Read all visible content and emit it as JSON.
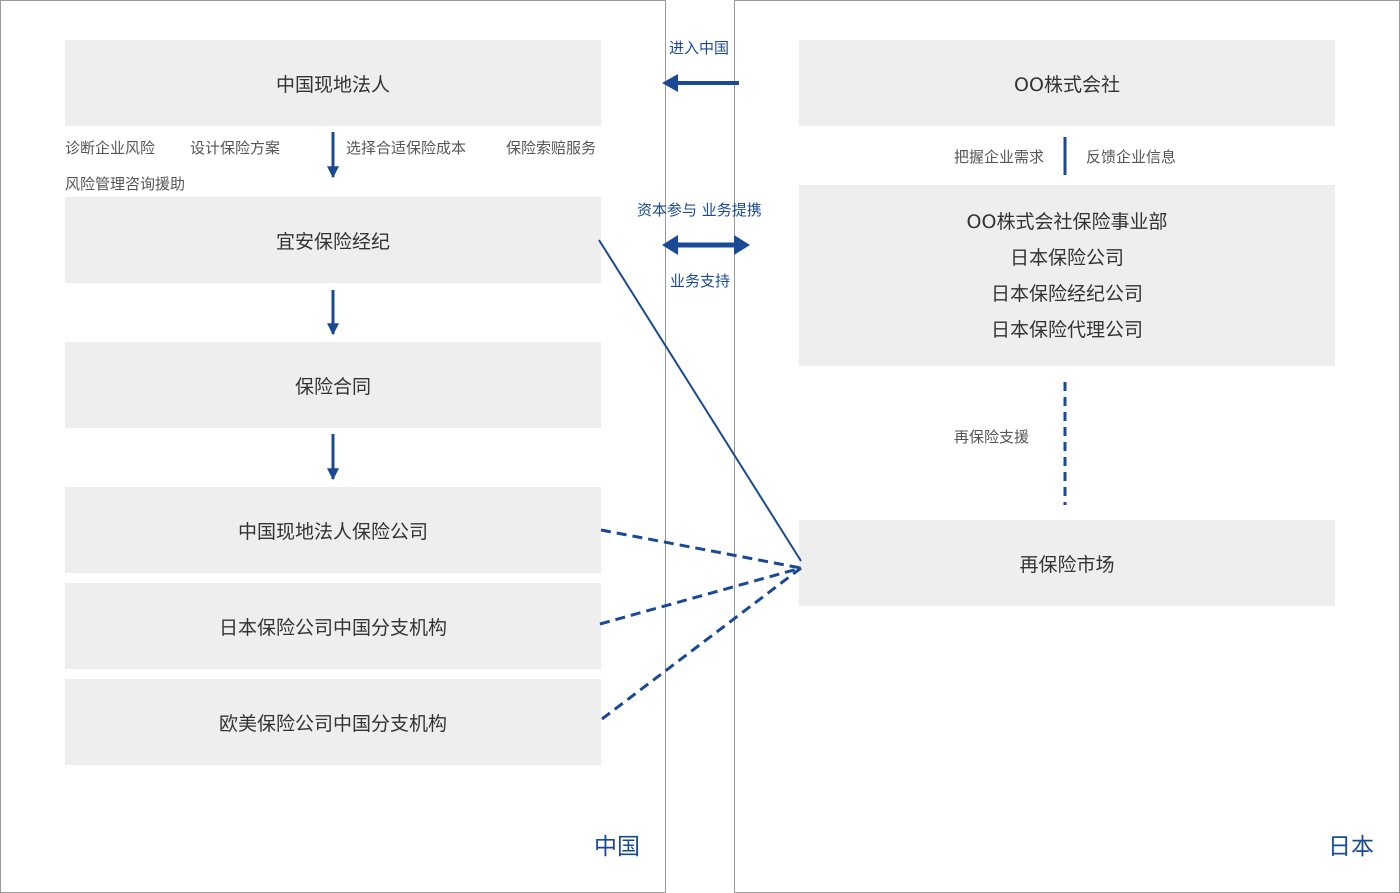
{
  "china": {
    "label": "中国",
    "local_corp": "中国现地法人",
    "services": [
      "诊断企业风险",
      "设计保险方案",
      "选择合适保险成本",
      "保险索赔服务",
      "风险管理咨询援助"
    ],
    "broker": "宜安保险经纪",
    "contract": "保险合同",
    "insurers": [
      "中国现地法人保险公司",
      "日本保险公司中国分支机构",
      "欧美保险公司中国分支机构"
    ]
  },
  "japan": {
    "label": "日本",
    "company": "OO株式会社",
    "needs": "把握企业需求",
    "feedback": "反馈企业信息",
    "partners": [
      "OO株式会社保险事业部",
      "日本保险公司",
      "日本保险经纪公司",
      "日本保险代理公司"
    ],
    "reinsurance_support": "再保险支援",
    "reinsurance_market": "再保险市场"
  },
  "middle": {
    "enter_china": "进入中国",
    "capital": "资本参与 业务提携",
    "support": "业务支持"
  },
  "colors": {
    "accent": "#1a4a95",
    "box": "#eeeeee",
    "border": "#9a9a9a"
  }
}
